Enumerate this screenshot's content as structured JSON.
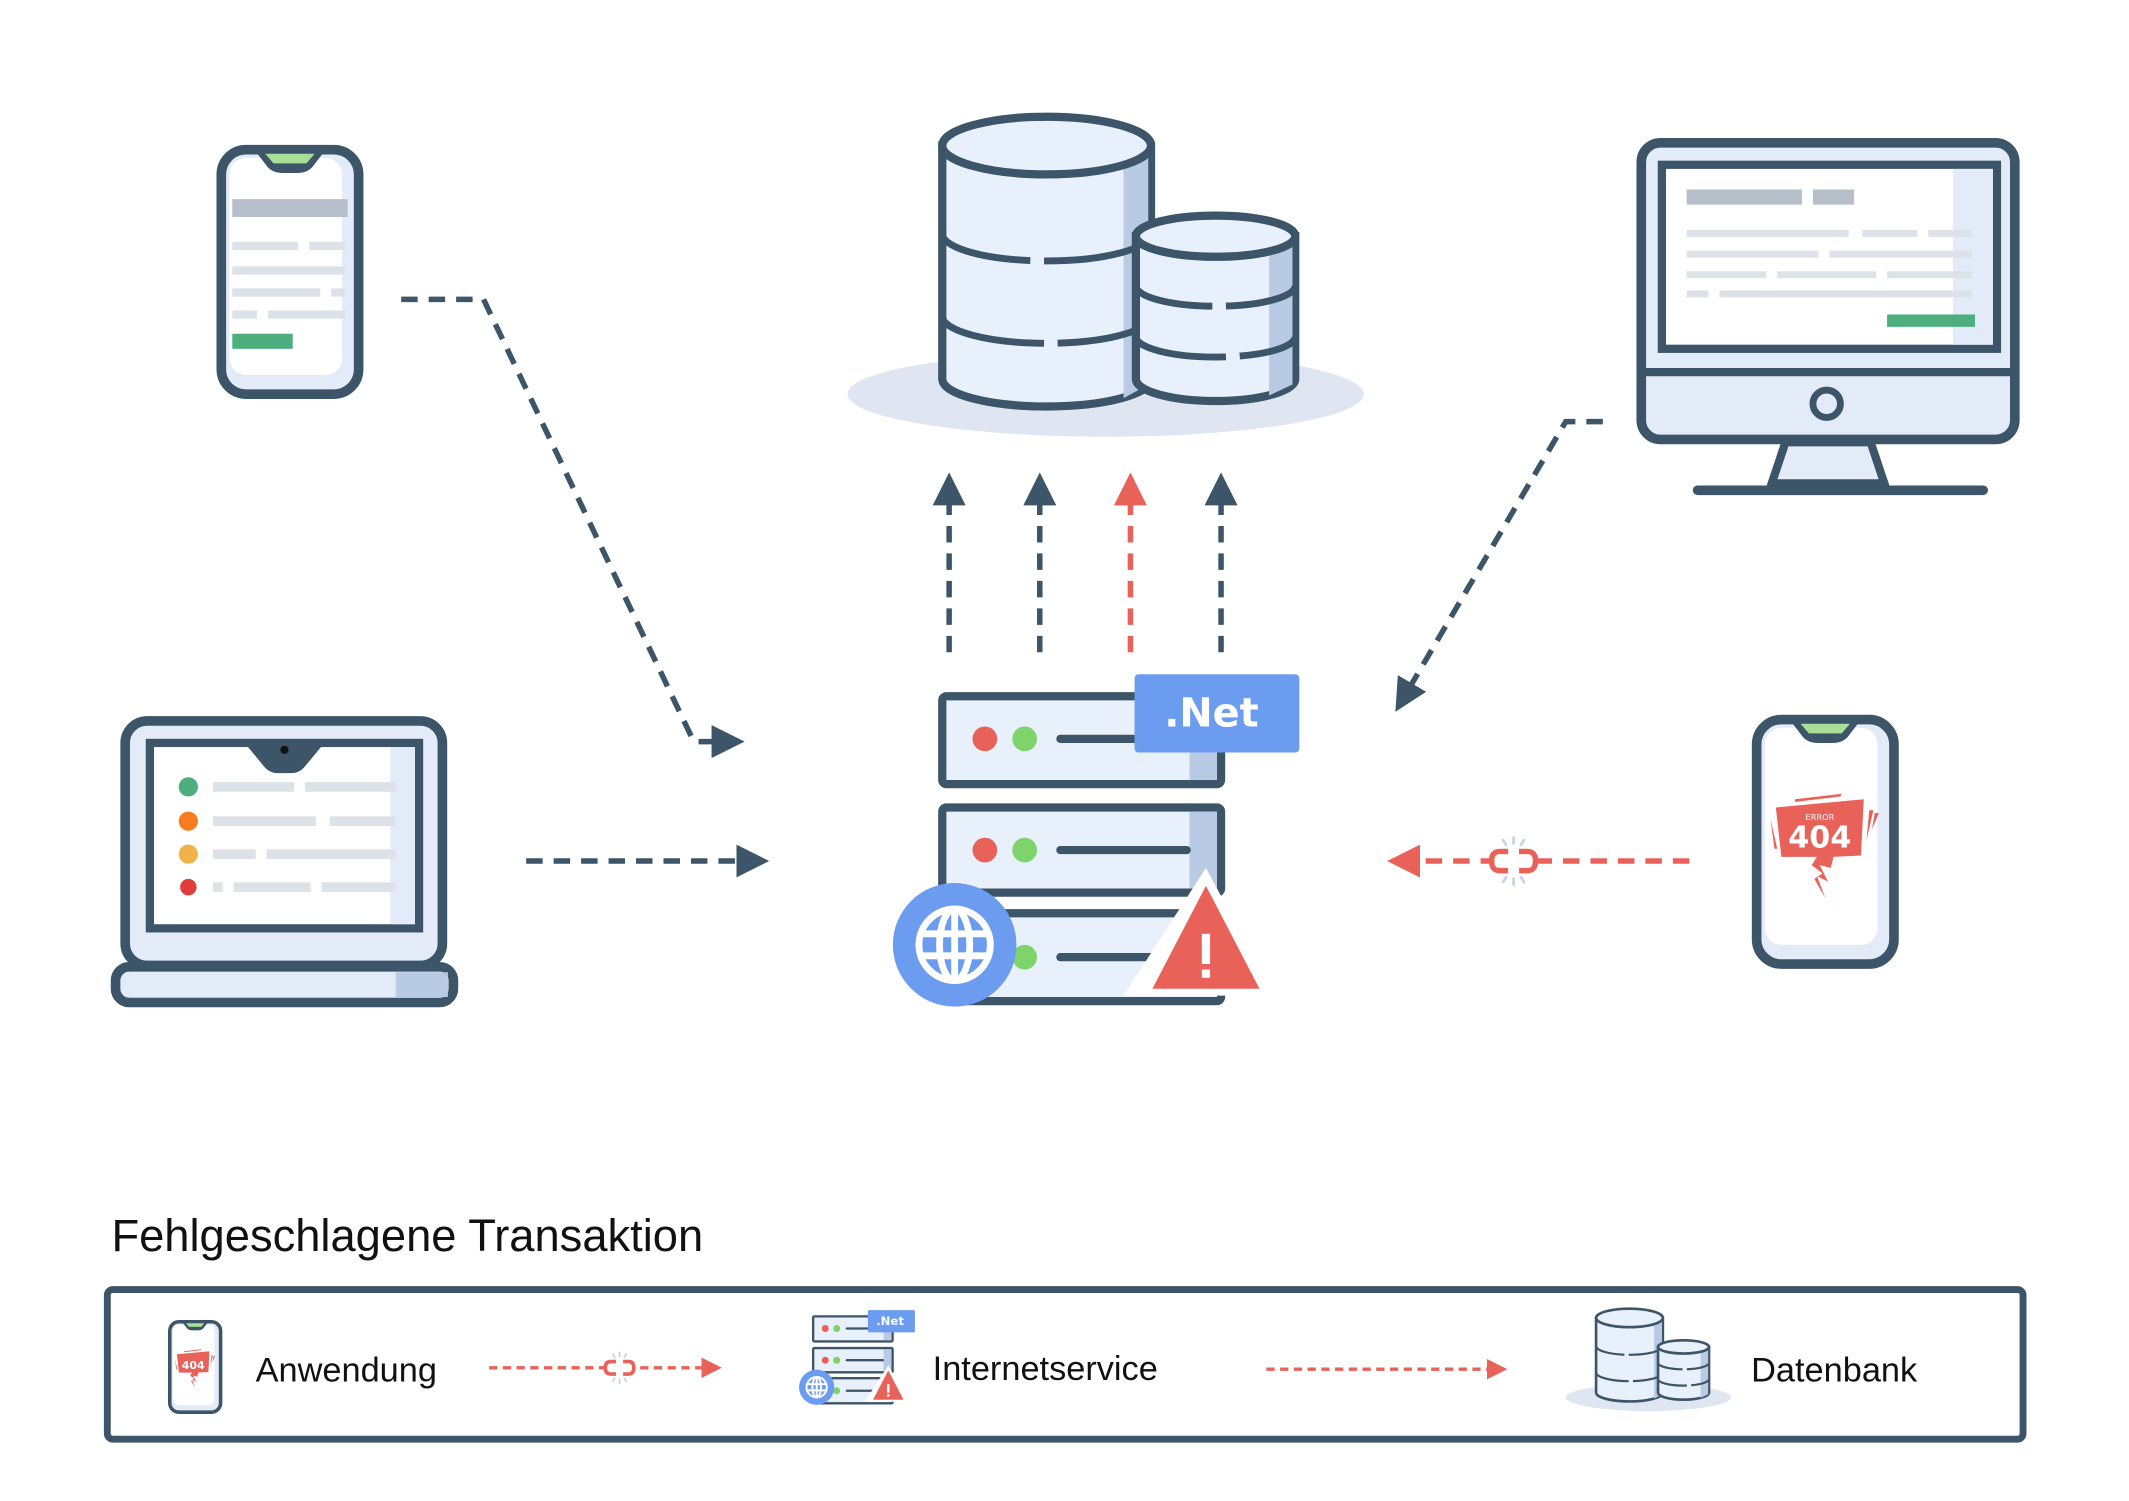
{
  "server": {
    "net_label": ".Net"
  },
  "error_phone": {
    "error_label": "ERROR",
    "code": "404"
  },
  "legend": {
    "title": "Fehlgeschlagene Transaktion",
    "items": [
      {
        "label": "Anwendung",
        "icon": "phone-404-icon"
      },
      {
        "label": "Internetservice",
        "icon": "server-icon"
      },
      {
        "label": "Datenbank",
        "icon": "database-icon"
      }
    ]
  },
  "colors": {
    "outline": "#3d5568",
    "fill": "#e8f1fb",
    "shade": "#b9cae4",
    "error": "#e8625a",
    "success": "#4caf7d",
    "accent": "#6b9cf0"
  }
}
